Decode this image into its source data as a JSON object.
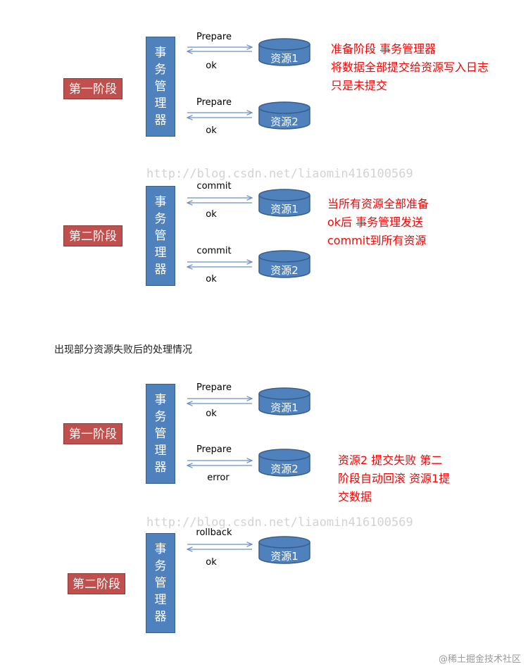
{
  "colors": {
    "phase_bg": "#c0504d",
    "manager_bg": "#4f81bd",
    "cylinder_bg": "#4f81bd",
    "note_text": "#ff0000",
    "arrow": "#6e8fc9"
  },
  "phase1": "第一阶段",
  "phase2": "第二阶段",
  "manager": "事务管理器",
  "resource1": "资源1",
  "resource2": "资源2",
  "prepare": "Prepare",
  "commit": "commit",
  "rollback": "rollback",
  "ok": "ok",
  "error": "error",
  "notes": {
    "phase1": "准备阶段 事务管理器\n将数据全部提交给资源写入日志\n只是未提交",
    "phase2": "当所有资源全部准备\nok后 事务管理发送\ncommit到所有资源",
    "failure": "资源2 提交失败 第二\n阶段自动回滚 资源1提\n交数据"
  },
  "section_title": "出现部分资源失败后的处理情况",
  "watermark": "http://blog.csdn.net/liaomin416100569",
  "footer": "@稀土掘金技术社区"
}
